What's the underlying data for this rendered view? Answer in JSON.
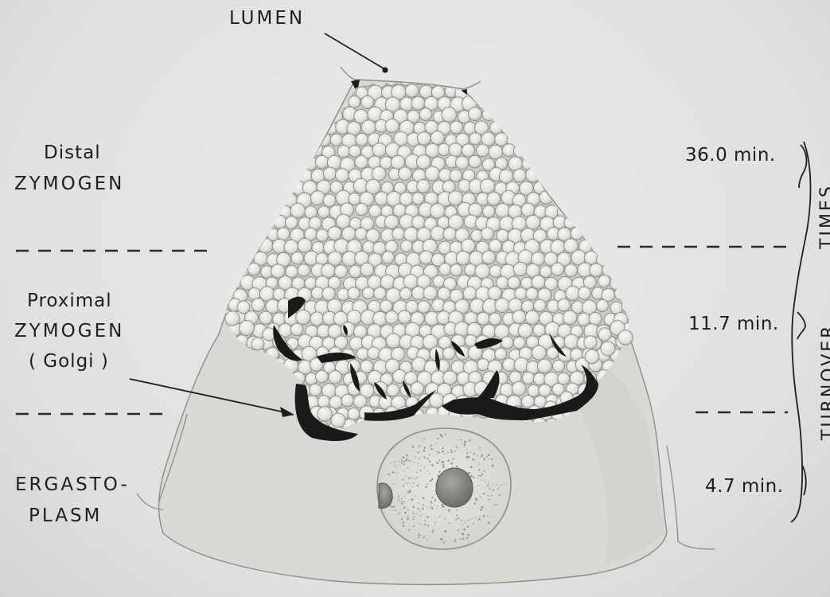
{
  "labels": {
    "lumen": "LUMEN",
    "distal_line1": "Distal",
    "distal_line2": "ZYMOGEN",
    "proximal_line1": "Proximal",
    "proximal_line2": "ZYMOGEN",
    "proximal_line3": "( Golgi )",
    "ergasto_line1": "ERGASTO-",
    "ergasto_line2": "PLASM"
  },
  "turnover": {
    "title_part1": "TURNOVER",
    "title_part2": "TIMES",
    "distal_time": "36.0 min.",
    "proximal_time": "11.7 min.",
    "ergasto_time": "4.7 min."
  }
}
